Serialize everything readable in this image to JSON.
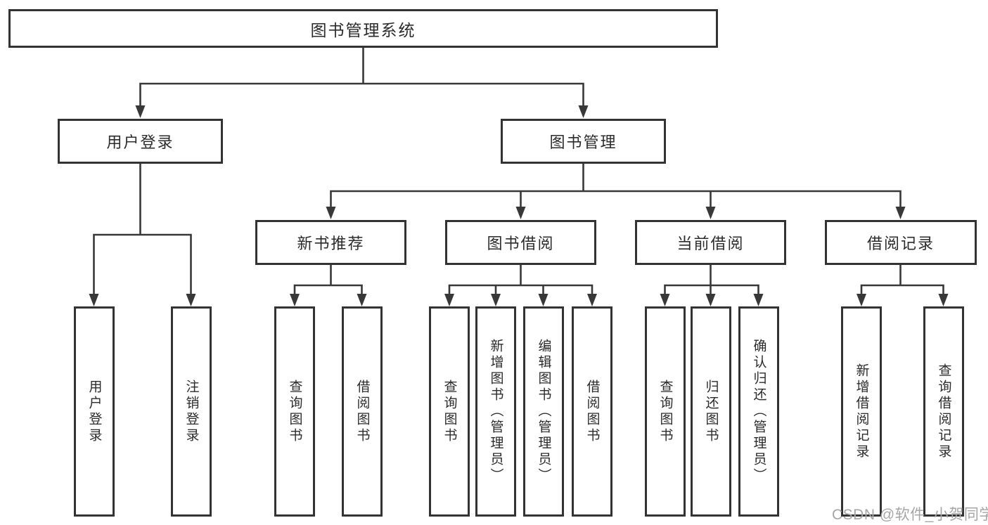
{
  "tree": {
    "label": "图书管理系统",
    "children": [
      {
        "label": "用户登录",
        "children": [
          {
            "label": "用户登录"
          },
          {
            "label": "注销登录"
          }
        ]
      },
      {
        "label": "图书管理",
        "children": [
          {
            "label": "新书推荐",
            "children": [
              {
                "label": "查询图书"
              },
              {
                "label": "借阅图书"
              }
            ]
          },
          {
            "label": "图书借阅",
            "children": [
              {
                "label": "查询图书"
              },
              {
                "label": "新增图书（管理员）"
              },
              {
                "label": "编辑图书（管理员）"
              },
              {
                "label": "借阅图书"
              }
            ]
          },
          {
            "label": "当前借阅",
            "children": [
              {
                "label": "查询图书"
              },
              {
                "label": "归还图书"
              },
              {
                "label": "确认归还（管理员）"
              }
            ]
          },
          {
            "label": "借阅记录",
            "children": [
              {
                "label": "新增借阅记录"
              },
              {
                "label": "查询借阅记录"
              }
            ]
          }
        ]
      }
    ]
  },
  "watermark": {
    "text": "CSDN @软件_小贺同学"
  },
  "colors": {
    "line": "#383838",
    "box_border": "#333333",
    "text": "#2b2b2b",
    "watermark_text": "#a6a6a6",
    "background": "#ffffff"
  }
}
